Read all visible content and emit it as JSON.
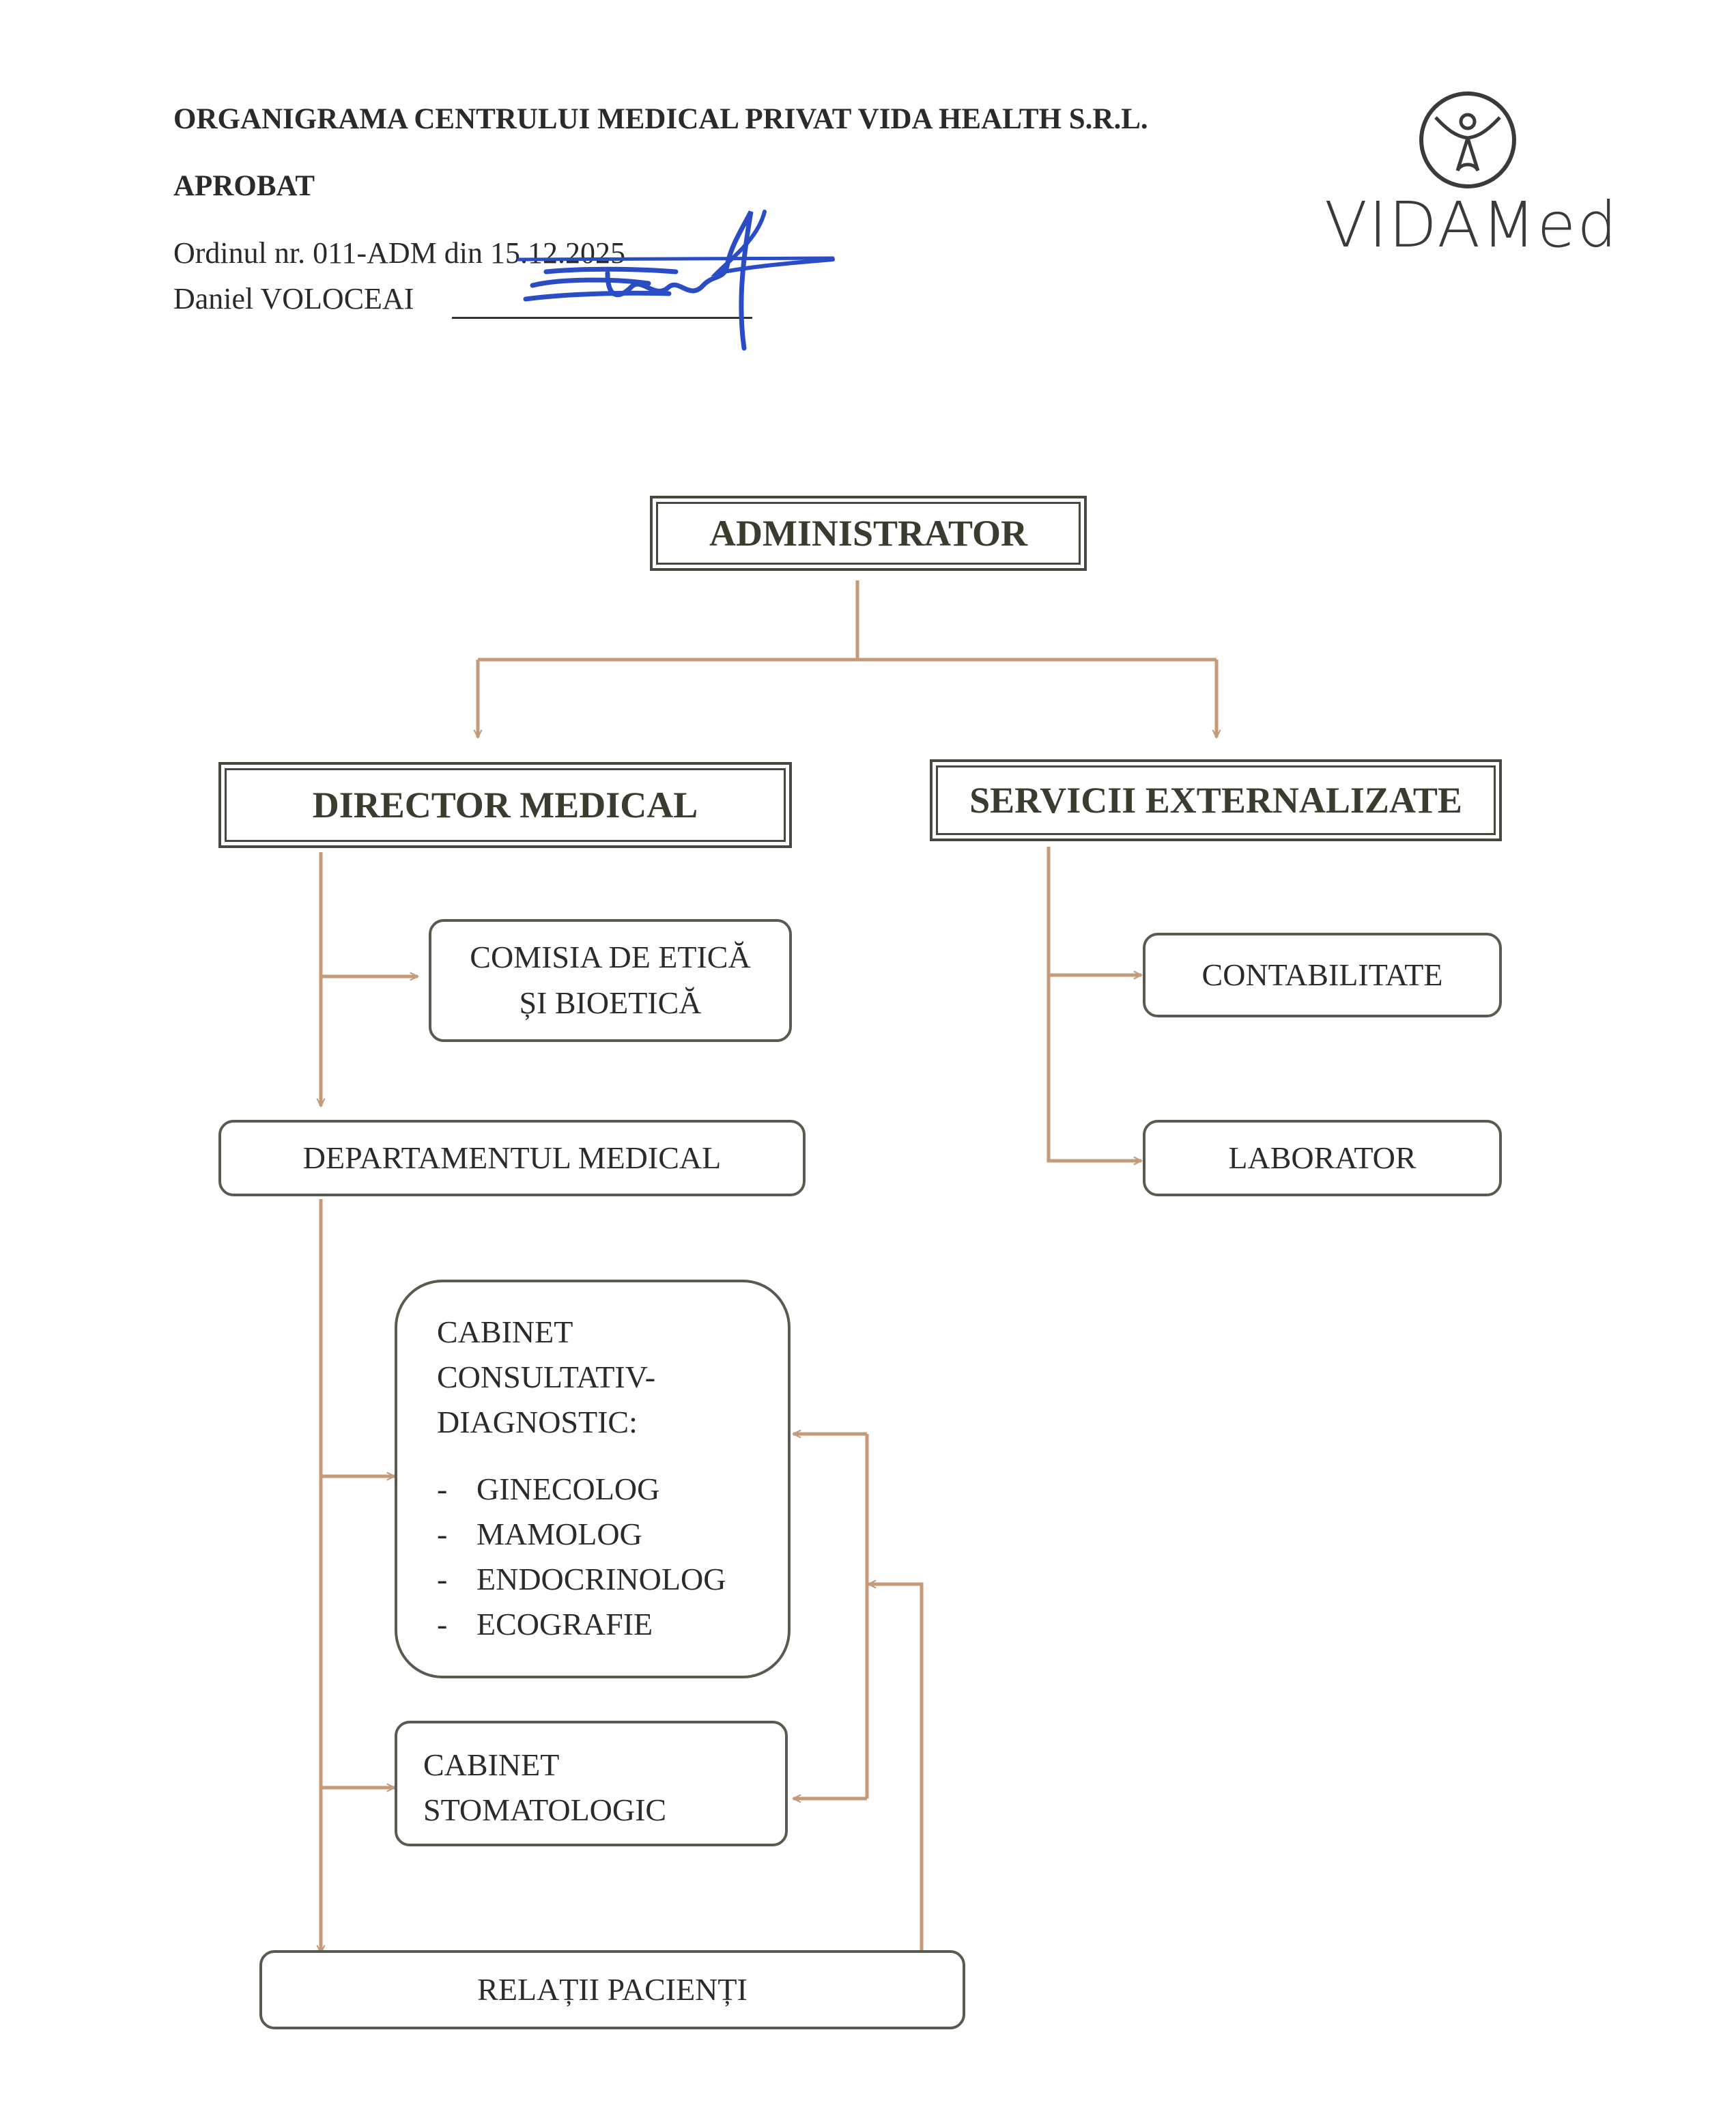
{
  "header": {
    "title": "ORGANIGRAMA CENTRULUI MEDICAL PRIVAT VIDA HEALTH S.R.L.",
    "approved": "APROBAT",
    "order_line": "Ordinul nr. 011-ADM din 15.12.2025",
    "signer": "Daniel VOLOCEAI"
  },
  "logo": {
    "text": "VIDAMed"
  },
  "colors": {
    "connector": "#c49a78",
    "box_border": "#5a5a50",
    "signature_ink": "#2a4cc4"
  },
  "nodes": {
    "administrator": "ADMINISTRATOR",
    "director_medical": "DIRECTOR MEDICAL",
    "servicii_externalizate": "SERVICII EXTERNALIZATE",
    "comisia_line1": "COMISIA DE ETICĂ",
    "comisia_line2": "ȘI BIOETICĂ",
    "contabilitate": "CONTABILITATE",
    "laborator": "LABORATOR",
    "departamentul_medical": "DEPARTAMENTUL MEDICAL",
    "cabinet_consultativ": {
      "line1": "CABINET",
      "line2": "CONSULTATIV-",
      "line3": "DIAGNOSTIC:",
      "items": [
        "GINECOLOG",
        "MAMOLOG",
        "ENDOCRINOLOG",
        "ECOGRAFIE"
      ]
    },
    "cabinet_stomatologic_line1": "CABINET",
    "cabinet_stomatologic_line2": "STOMATOLOGIC",
    "relatii_pacienti": "RELAȚII PACIENȚI"
  }
}
